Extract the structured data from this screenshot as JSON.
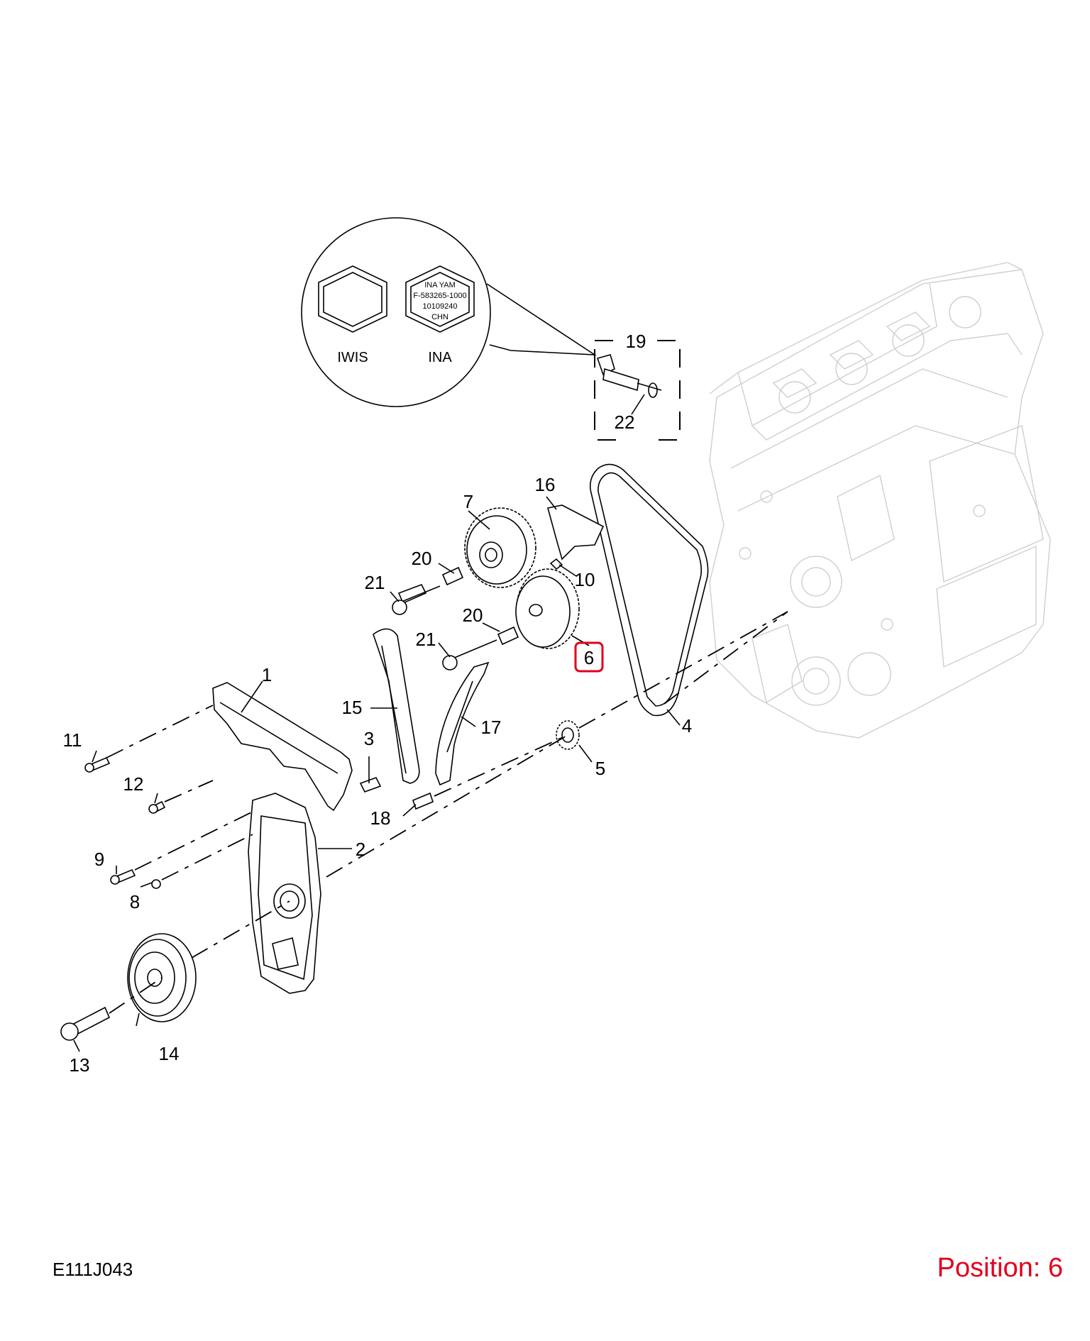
{
  "diagram_code": "E111J043",
  "position_text": "Position: 6",
  "highlight_color": "#e3001b",
  "selected_callout": "6",
  "inset": {
    "left_label": "IWIS",
    "right_label": "INA",
    "marking_lines": [
      "INA YAM",
      "F-583265-1000",
      "10109240",
      "CHN"
    ]
  },
  "callouts": {
    "c1": "1",
    "c2": "2",
    "c3": "3",
    "c4": "4",
    "c5": "5",
    "c6": "6",
    "c7": "7",
    "c8": "8",
    "c9": "9",
    "c10": "10",
    "c11": "11",
    "c12": "12",
    "c13": "13",
    "c14": "14",
    "c15": "15",
    "c16": "16",
    "c17": "17",
    "c18": "18",
    "c19": "19",
    "c20a": "20",
    "c20b": "20",
    "c21a": "21",
    "c21b": "21",
    "c22": "22"
  }
}
